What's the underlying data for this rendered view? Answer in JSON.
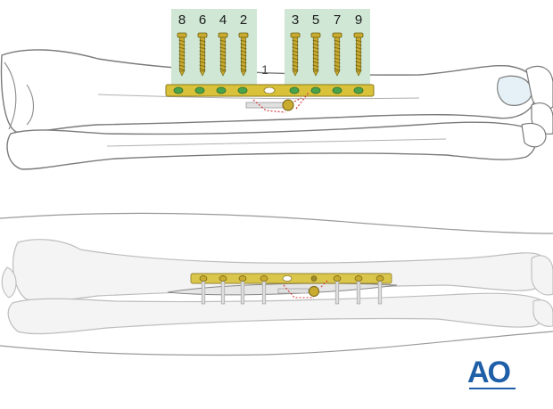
{
  "labels": {
    "screw_top": [
      "8",
      "6",
      "4",
      "2",
      "3",
      "5",
      "7",
      "9"
    ],
    "center_hole": "1"
  },
  "logo": {
    "text": "AO",
    "color": "#1f5fa8"
  },
  "colors": {
    "plate": "#d9c23a",
    "plate_hole": "#4aa34a",
    "screw": "#c9ab2f",
    "highlight": "#cfe7d4",
    "fracture": "#d33a3a",
    "bone_outline": "#7a7a7a"
  }
}
